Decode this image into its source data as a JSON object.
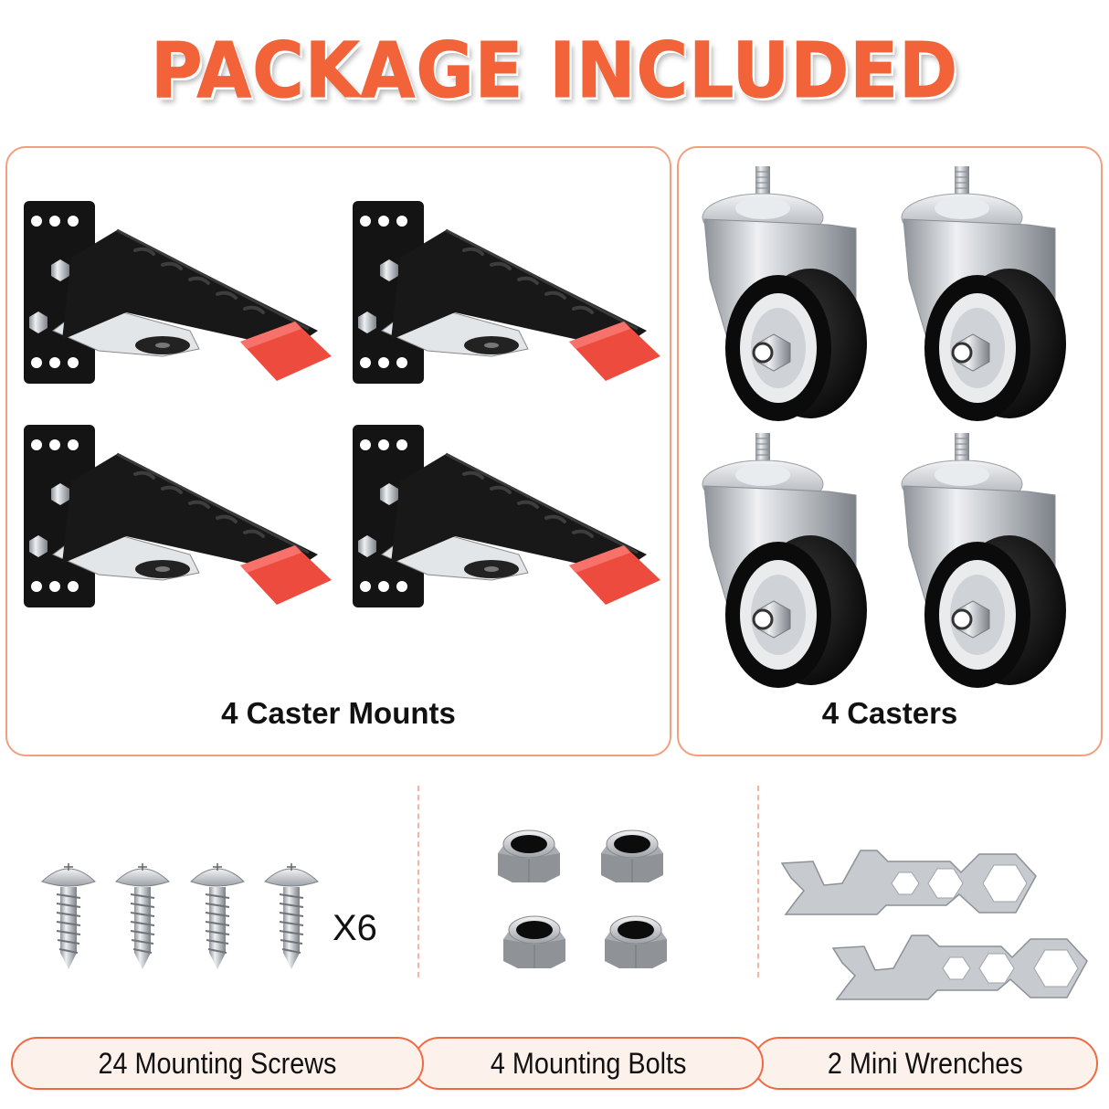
{
  "title": "PACKAGE INCLUDED",
  "colors": {
    "accent": "#f26339",
    "panel_border": "#f0a07e",
    "pill_fill": "#fdf1ec",
    "handle_red": "#ee4b3f",
    "black_steel": "#141414",
    "silver": "#c9ccd1"
  },
  "panels": [
    {
      "label": "4 Caster Mounts",
      "count": 4,
      "item": "caster-mount"
    },
    {
      "label": "4 Casters",
      "count": 4,
      "item": "caster"
    }
  ],
  "hardware": {
    "screws": {
      "shown": 4,
      "multiplier_label": "X6"
    },
    "bolts": {
      "shown": 4
    },
    "wrenches": {
      "shown": 2
    }
  },
  "bottom_labels": [
    "24 Mounting Screws",
    "4 Mounting Bolts",
    "2 Mini Wrenches"
  ]
}
